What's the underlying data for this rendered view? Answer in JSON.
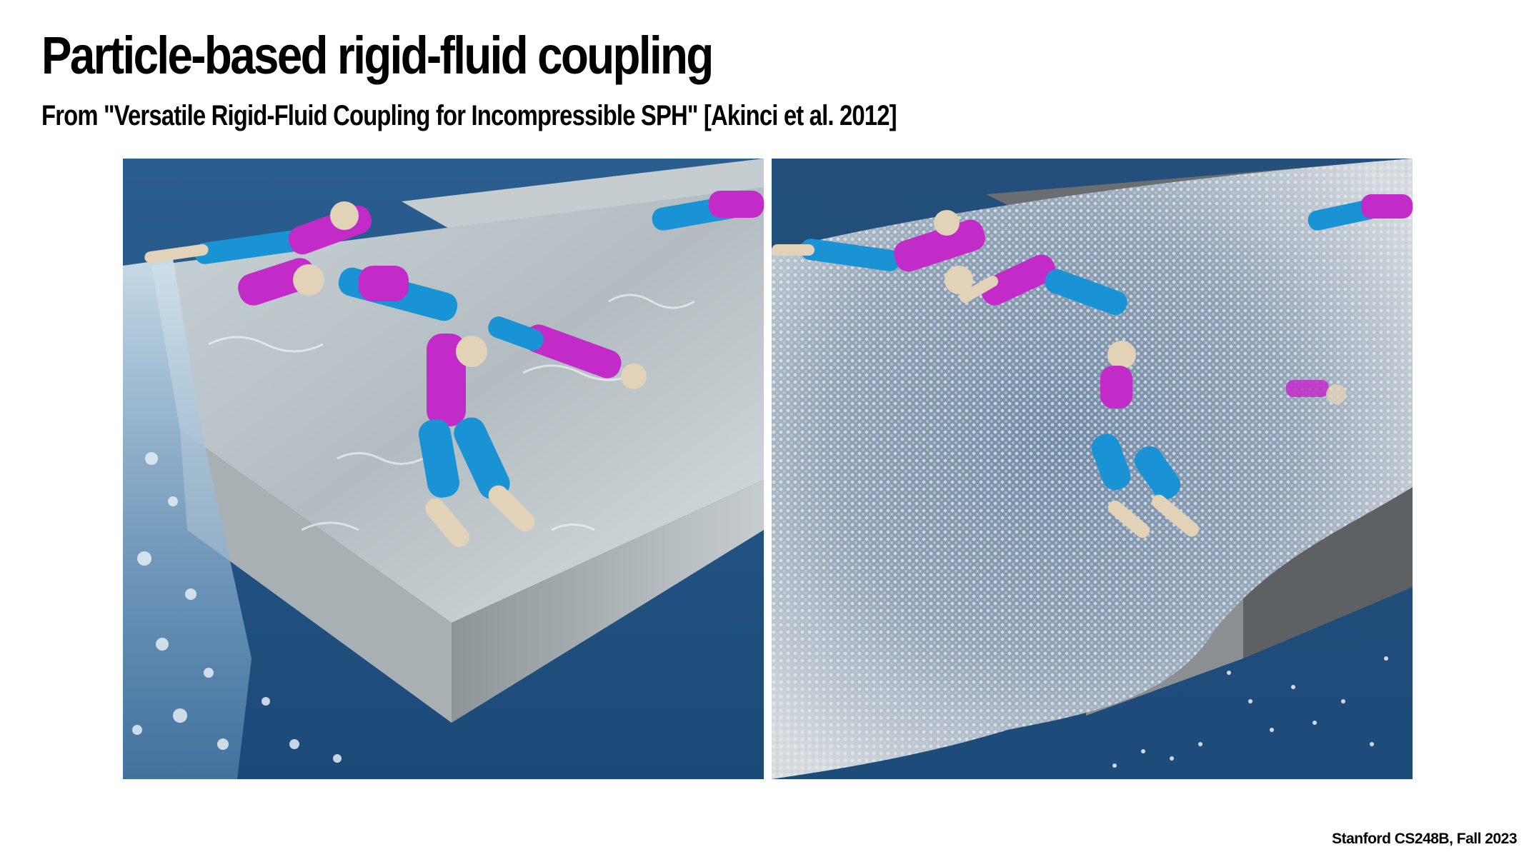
{
  "slide": {
    "title": "Particle-based rigid-fluid coupling",
    "subtitle": "From \"Versatile Rigid-Fluid Coupling for Incompressible SPH\"  [Akinci et al. 2012]",
    "footer": "Stanford CS248B, Fall 2023"
  },
  "figures": {
    "left": {
      "description_icon": "rendered-fluid-surface-image"
    },
    "right": {
      "description_icon": "particle-visualization-image"
    }
  },
  "colors": {
    "background_blue": "#1f4f7e",
    "tank_gray": "#9ea4a6",
    "water_light": "#d6e0e6",
    "figure_blue": "#1a93d4",
    "figure_magenta": "#c22bc8",
    "figure_skin": "#e2d2b8",
    "particle_white": "#e6e9eb"
  }
}
